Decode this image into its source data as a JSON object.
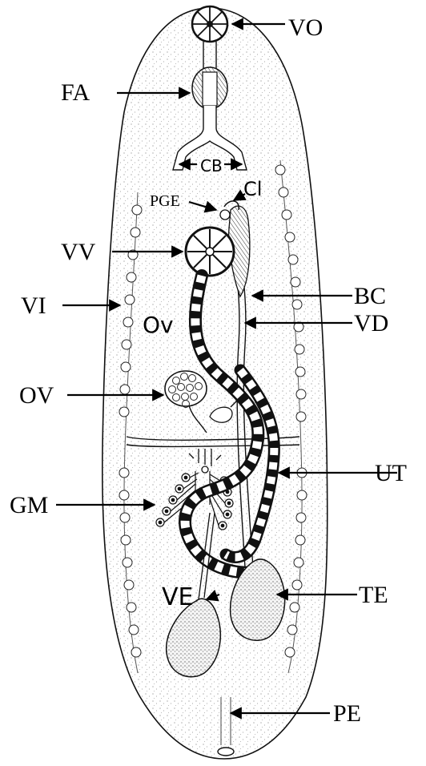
{
  "labels": {
    "vo": "VO",
    "fa": "FA",
    "cb": "CB",
    "cl": "Cl",
    "pge": "PGE",
    "vv": "VV",
    "bc": "BC",
    "vi": "VI",
    "ov_upper": "Ov",
    "vd": "VD",
    "ov_caps": "OV",
    "ut": "UT",
    "gm": "GM",
    "ve": "VE",
    "te": "TE",
    "pe": "PE"
  }
}
